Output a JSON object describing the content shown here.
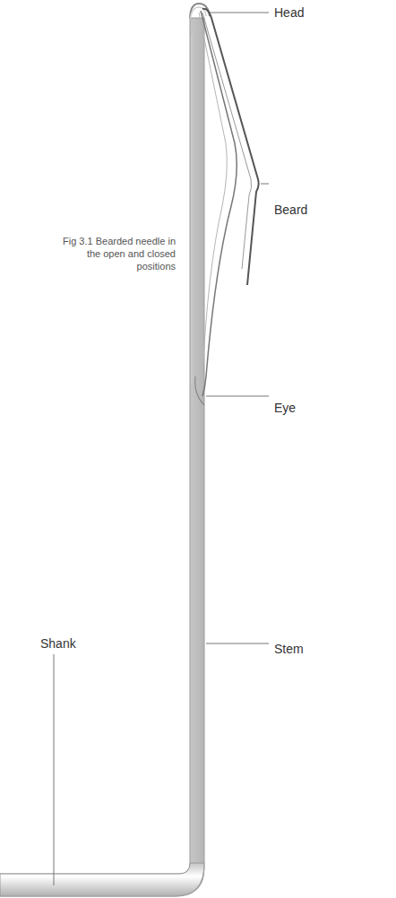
{
  "diagram": {
    "caption": "Fig 3.1 Bearded needle in the open and closed positions",
    "labels": [
      "Head",
      "Beard",
      "Eye",
      "Stem",
      "Shank"
    ]
  }
}
